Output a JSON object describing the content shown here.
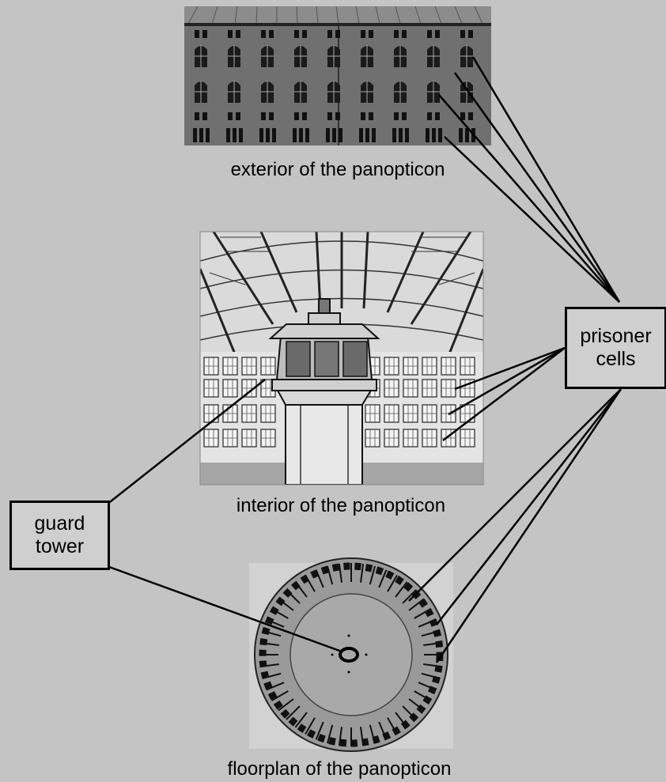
{
  "captions": {
    "exterior": "exterior of the panopticon",
    "interior": "interior of the panopticon",
    "floorplan": "floorplan of the panopticon"
  },
  "labels": {
    "prisoner_cells": {
      "line1": "prisoner",
      "line2": "cells"
    },
    "guard_tower": {
      "line1": "guard",
      "line2": "tower"
    }
  },
  "colors": {
    "background": "#c4c4c4",
    "ink": "#000000",
    "building_wall": "#6f6f6f",
    "floor_gray": "#a6a6a6"
  }
}
